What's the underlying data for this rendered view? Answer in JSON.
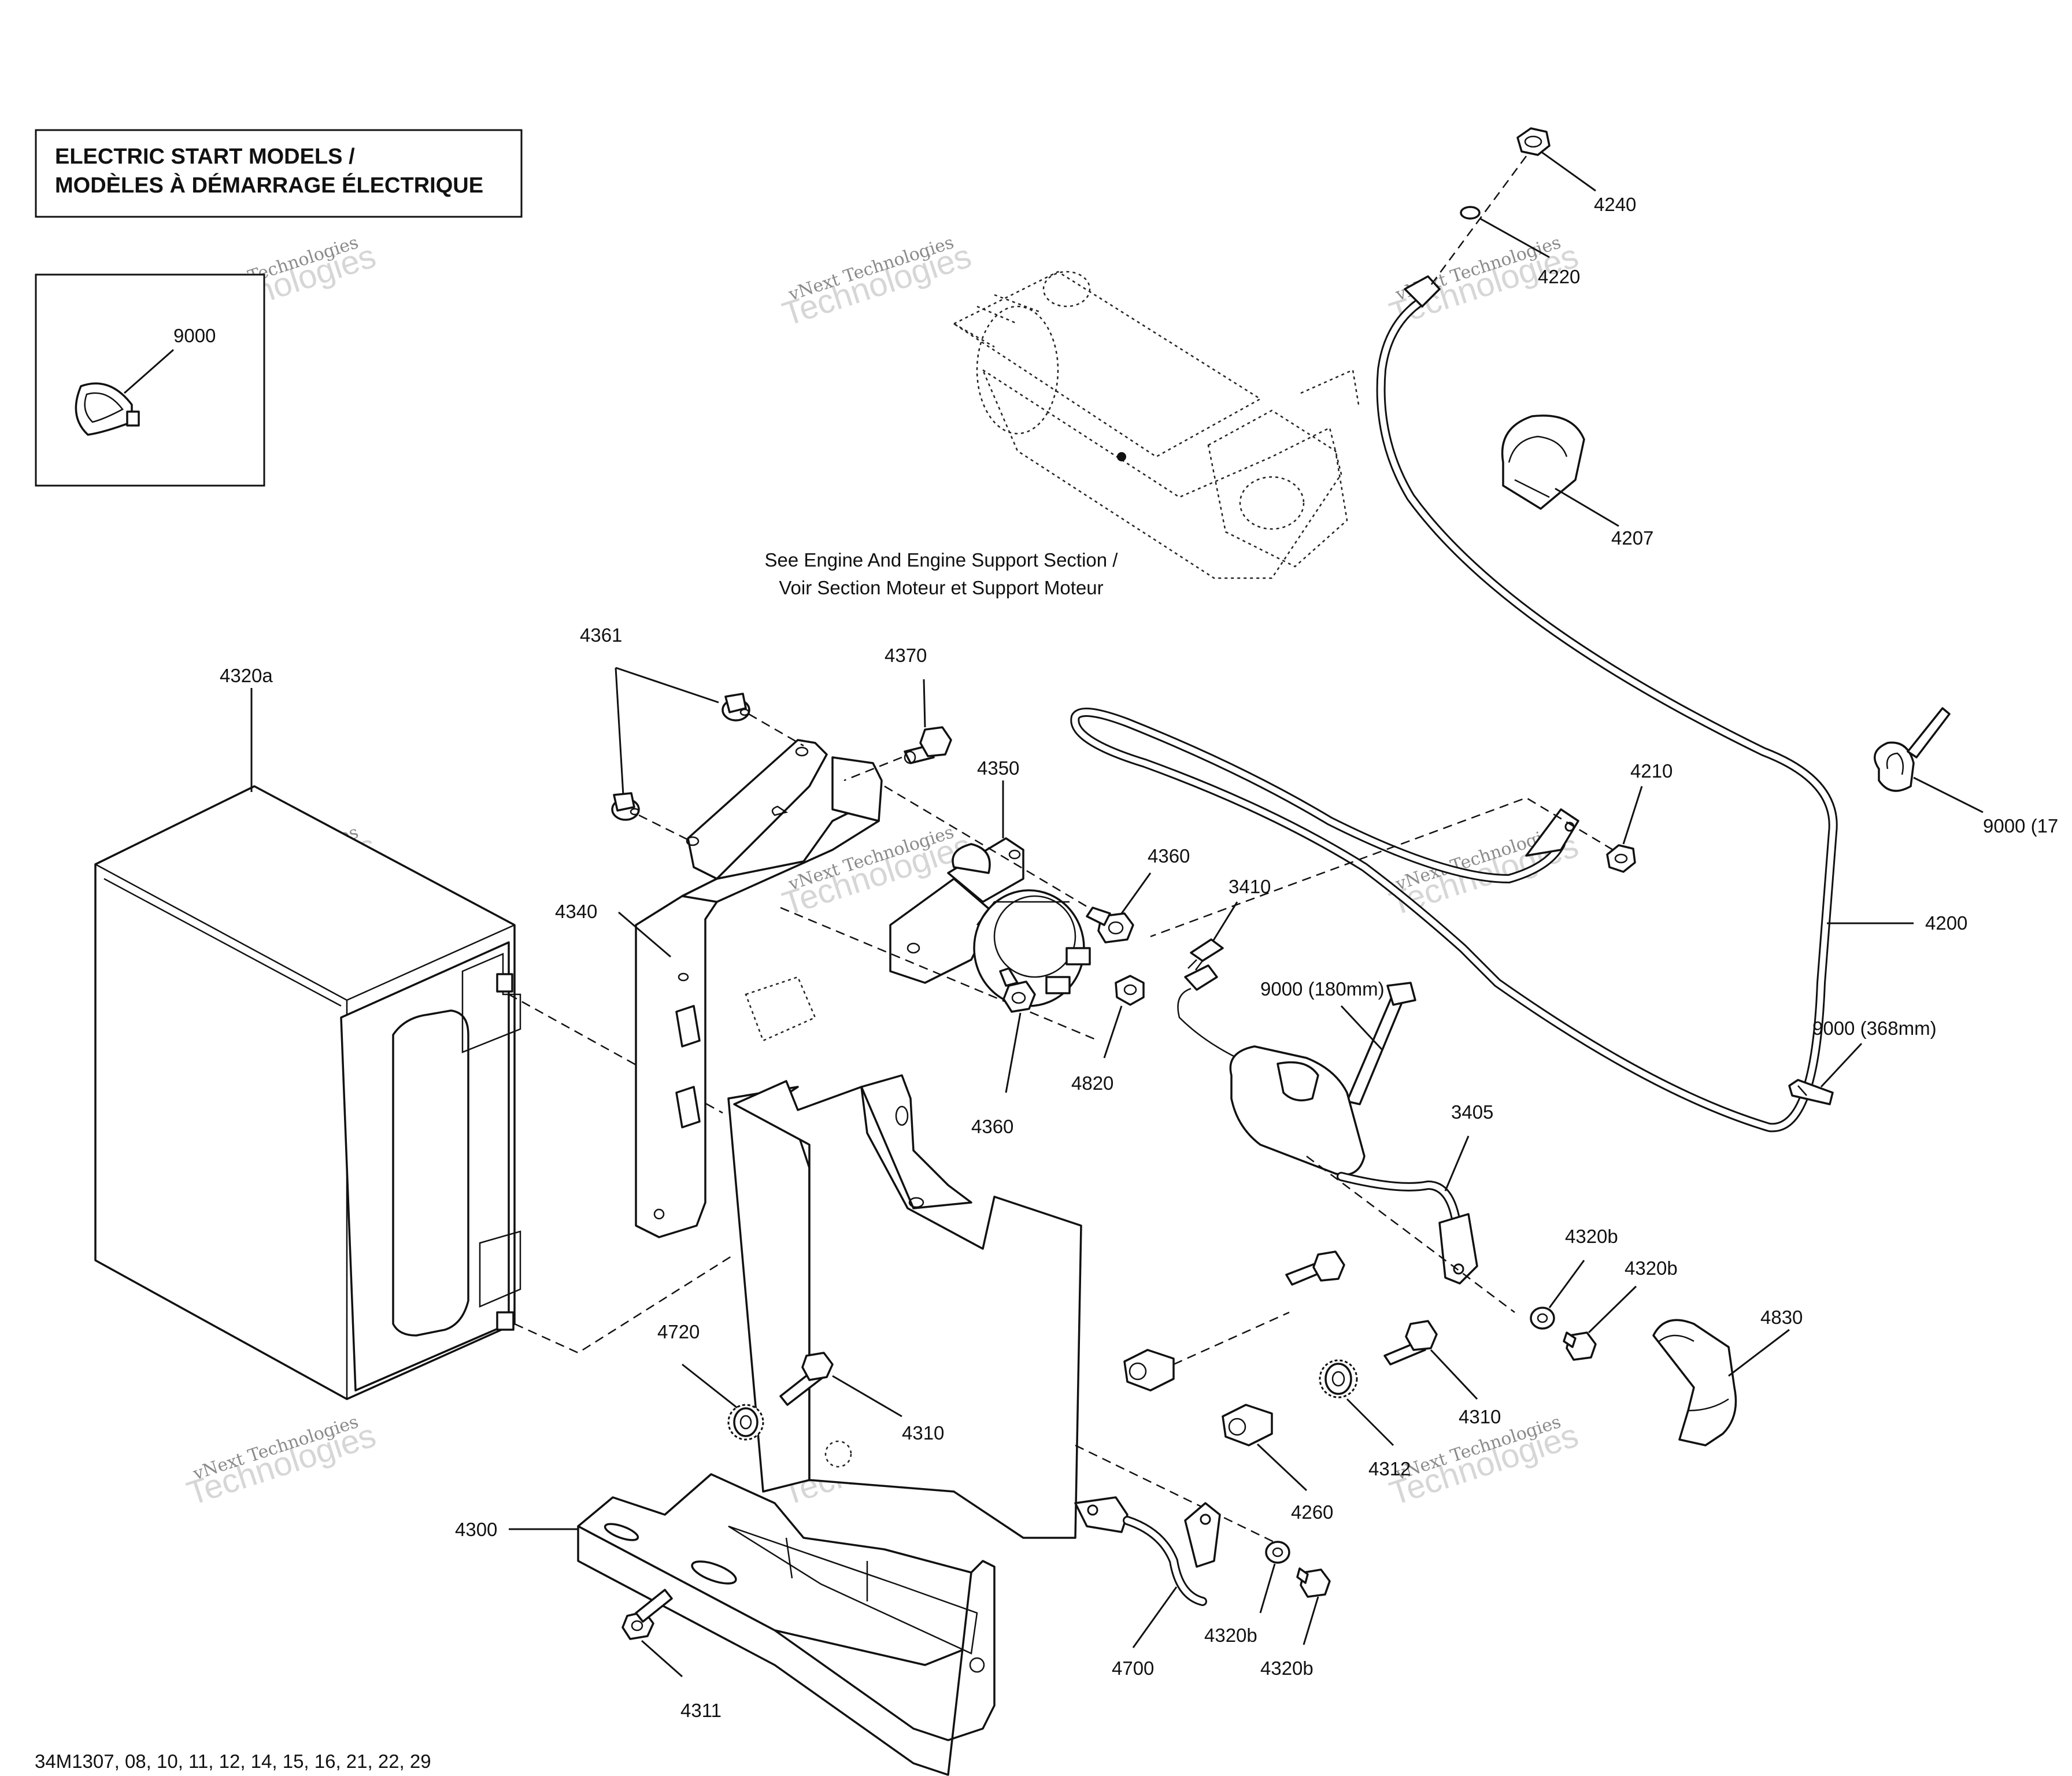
{
  "header": {
    "line1": "ELECTRIC START MODELS /",
    "line2": "MODÈLES À DÉMARRAGE ÉLECTRIQUE"
  },
  "note": {
    "line1": "See Engine And Engine Support Section /",
    "line2": "Voir Section Moteur et Support Moteur"
  },
  "footer": {
    "reference": "34M1307, 08, 10, 11, 12, 14, 15, 16, 21, 22, 29"
  },
  "watermark": {
    "line1": "vNext Technologies",
    "line2": "Technologies"
  },
  "parts": {
    "p9000_inset": "9000",
    "p4240": "4240",
    "p4220": "4220",
    "p4207": "4207",
    "p4361": "4361",
    "p4370": "4370",
    "p4320a": "4320a",
    "p4350": "4350",
    "p4210": "4210",
    "p9000_17": "9000 (17",
    "p4360_upper": "4360",
    "p3410": "3410",
    "p4340": "4340",
    "p4200": "4200",
    "p9000_180": "9000 (180mm)",
    "p4820": "4820",
    "p9000_368": "9000 (368mm)",
    "p4360_lower": "4360",
    "p3405": "3405",
    "p4320b_1": "4320b",
    "p4320b_2": "4320b",
    "p4830": "4830",
    "p4720": "4720",
    "p4310_left": "4310",
    "p4310_right": "4310",
    "p4312": "4312",
    "p4260": "4260",
    "p4300": "4300",
    "p4700": "4700",
    "p4320b_3": "4320b",
    "p4320b_4": "4320b",
    "p4311": "4311"
  }
}
